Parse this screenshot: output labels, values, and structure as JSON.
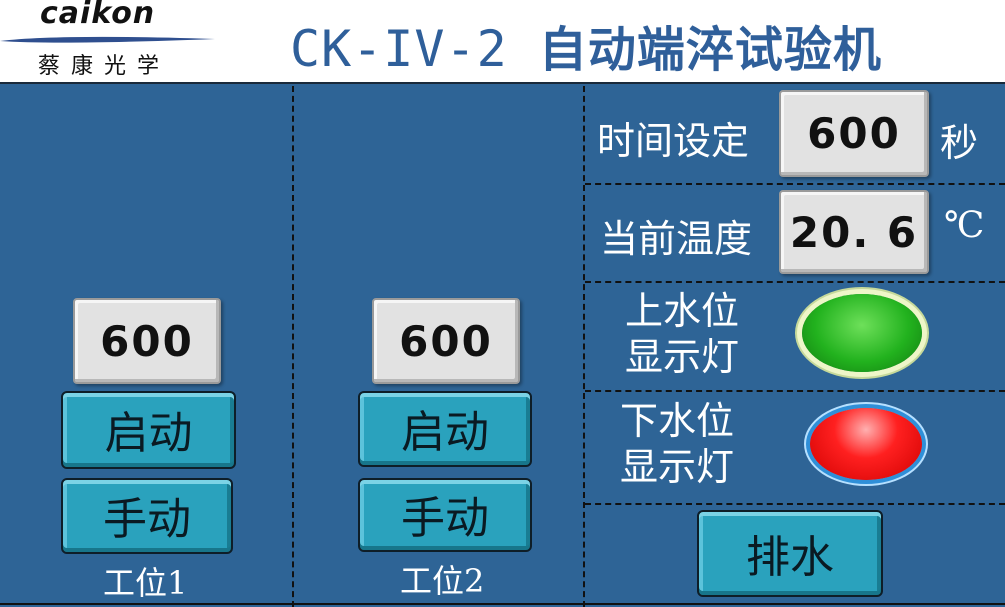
{
  "header": {
    "logo_text": "caikon",
    "logo_sub": "蔡康光学",
    "title_model": "CK-IV-2",
    "title_name": "自动端淬试验机"
  },
  "station1": {
    "value": "600",
    "start_label": "启动",
    "manual_label": "手动",
    "name": "工位1"
  },
  "station2": {
    "value": "600",
    "start_label": "启动",
    "manual_label": "手动",
    "name": "工位2"
  },
  "settings": {
    "time_label": "时间设定",
    "time_value": "600",
    "time_unit": "秒",
    "temp_label": "当前温度",
    "temp_value": "20. 6",
    "temp_unit": "℃"
  },
  "indicators": {
    "upper_label_1": "上水位",
    "upper_label_2": "显示灯",
    "upper_color": "#22b21e",
    "lower_label_1": "下水位",
    "lower_label_2": "显示灯",
    "lower_color": "#ff1a1a"
  },
  "drain_label": "排水"
}
